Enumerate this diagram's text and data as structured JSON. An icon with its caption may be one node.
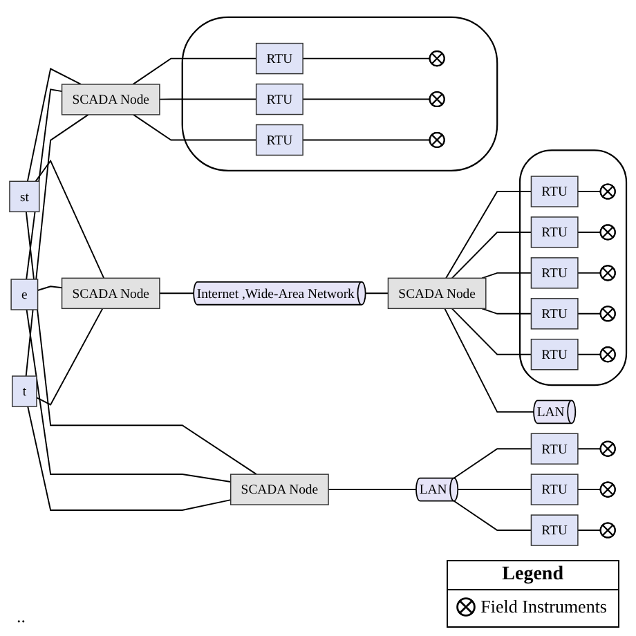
{
  "diagram": {
    "nodes": [
      {
        "text": [
          "st"
        ]
      },
      {
        "text": [
          "e"
        ]
      },
      {
        "text": [
          "t"
        ]
      },
      {
        "text": [
          "SCADA Node"
        ]
      },
      {
        "text": [
          "Internet ,Wide-Area Network"
        ]
      },
      {
        "text": [
          "SCADA Node"
        ]
      },
      {
        "text": [],
        "shape": "ellipse"
      },
      {
        "text": [],
        "shape": "circle",
        "in": 6
      },
      {
        "text": [],
        "shape": "circle",
        "in": 6
      },
      {
        "text": [],
        "shape": "circle",
        "in": 6
      },
      {
        "text": [
          "RTU"
        ],
        "in": 6
      },
      {
        "text": [
          "RTU"
        ],
        "in": 6
      },
      {
        "text": [
          "RTU"
        ],
        "in": 6
      },
      {
        "text": [
          "RTU"
        ],
        "in": 6
      },
      {
        "text": [
          "RTU"
        ],
        "in": 6
      },
      {
        "text": [],
        "shape": "circle",
        "in": 6
      },
      {
        "text": [],
        "shape": "circle",
        "in": 6
      },
      {
        "text": [],
        "shape": "circle"
      },
      {
        "text": [],
        "shape": "circle"
      },
      {
        "text": [],
        "shape": "circle"
      },
      {
        "text": [
          "RTU"
        ]
      },
      {
        "text": [
          "RTU"
        ]
      },
      {
        "text": [
          "RTU"
        ]
      },
      {
        "text": [
          "LAN"
        ]
      },
      {
        "text": [
          "SCADA Node"
        ]
      },
      {
        "text": [
          "LAN"
        ]
      },
      {
        "text": [],
        "shape": "ellipse"
      },
      {
        "text": [],
        "shape": "circle",
        "in": 26
      },
      {
        "text": [],
        "shape": "circle",
        "in": 26
      },
      {
        "text": [
          "RTU"
        ],
        "in": 26
      },
      {
        "text": [
          "RTU"
        ],
        "in": 26
      },
      {
        "text": [
          "RTU"
        ],
        "in": 26
      },
      {
        "text": [],
        "shape": "circle",
        "in": 26
      },
      {
        "text": [
          "SCADA Node"
        ]
      }
    ],
    "edges": [
      {
        "from": 0,
        "to": 3,
        "arrow": "none"
      },
      {
        "from": 0,
        "to": 24,
        "arrow": "none"
      },
      {
        "from": 0,
        "to": 33,
        "arrow": "none"
      },
      {
        "from": 1,
        "to": 3,
        "arrow": "none"
      },
      {
        "from": 1,
        "to": 24,
        "arrow": "none"
      },
      {
        "from": 1,
        "to": 33,
        "arrow": "none"
      },
      {
        "from": 2,
        "to": 3,
        "arrow": "none"
      },
      {
        "from": 2,
        "to": 24,
        "arrow": "none"
      },
      {
        "from": 2,
        "to": 33,
        "arrow": "none"
      },
      {
        "from": 3,
        "to": 4,
        "arrow": "none"
      },
      {
        "from": 4,
        "to": 5,
        "arrow": "none"
      },
      {
        "from": 5,
        "to": 23,
        "arrow": "none"
      },
      {
        "from": 5,
        "to": 10,
        "arrow": "none"
      },
      {
        "from": 5,
        "to": 11,
        "arrow": "none"
      },
      {
        "from": 5,
        "to": 12,
        "arrow": "none"
      },
      {
        "from": 5,
        "to": 13,
        "arrow": "none"
      },
      {
        "from": 5,
        "to": 14,
        "arrow": "none"
      },
      {
        "from": 10,
        "to": 7,
        "arrow": "none"
      },
      {
        "from": 11,
        "to": 8,
        "arrow": "none"
      },
      {
        "from": 12,
        "to": 9,
        "arrow": "none"
      },
      {
        "from": 13,
        "to": 15,
        "arrow": "none"
      },
      {
        "from": 14,
        "to": 16,
        "arrow": "none"
      },
      {
        "from": 24,
        "to": 25,
        "arrow": "none"
      },
      {
        "from": 25,
        "to": 20,
        "arrow": "none"
      },
      {
        "from": 25,
        "to": 21,
        "arrow": "none"
      },
      {
        "from": 25,
        "to": 22,
        "arrow": "none"
      },
      {
        "from": 20,
        "to": 17,
        "arrow": "none"
      },
      {
        "from": 21,
        "to": 18,
        "arrow": "none"
      },
      {
        "from": 22,
        "to": 19,
        "arrow": "none"
      },
      {
        "from": 33,
        "to": 29,
        "arrow": "none"
      },
      {
        "from": 33,
        "to": 30,
        "arrow": "none"
      },
      {
        "from": 33,
        "to": 31,
        "arrow": "none"
      },
      {
        "from": 29,
        "to": 27,
        "arrow": "none"
      },
      {
        "from": 30,
        "to": 28,
        "arrow": "none"
      },
      {
        "from": 31,
        "to": 32,
        "arrow": "none"
      }
    ],
    "labels": [
      "..",
      "Legend"
    ],
    "legend": [
      {
        "text": "Field Instruments"
      }
    ]
  }
}
